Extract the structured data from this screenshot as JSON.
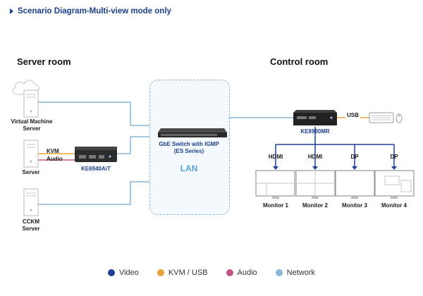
{
  "heading": "Scenario Diagram-Multi-view mode only",
  "server_room": {
    "title": "Server room",
    "vm_server_label": "Virtual Machine\nServer",
    "server_label": "Server",
    "cckm_server_label": "CCKM\nServer",
    "kvm_label": "KVM",
    "audio_label": "Audio",
    "device_label": "KE6940AiT"
  },
  "lan": {
    "switch_label": "GbE Switch with IGMP\n(ES Series)",
    "lan_label": "LAN"
  },
  "control_room": {
    "title": "Control room",
    "device_label": "KE8980MR",
    "usb_label": "USB",
    "ports": [
      "HDMI",
      "HDMI",
      "DP",
      "DP"
    ],
    "monitors": [
      "Monitor 1",
      "Monitor 2",
      "Monitor 3",
      "Monitor 4"
    ]
  },
  "legend": [
    {
      "label": "Video",
      "color": "#1f3f99"
    },
    {
      "label": "KVM / USB",
      "color": "#e8a23a"
    },
    {
      "label": "Audio",
      "color": "#c0578a"
    },
    {
      "label": "Network",
      "color": "#8ab9dc"
    }
  ],
  "colors": {
    "video": "#1f3f99",
    "kvm": "#e8a23a",
    "audio": "#c0578a",
    "network": "#8ab9dc"
  }
}
